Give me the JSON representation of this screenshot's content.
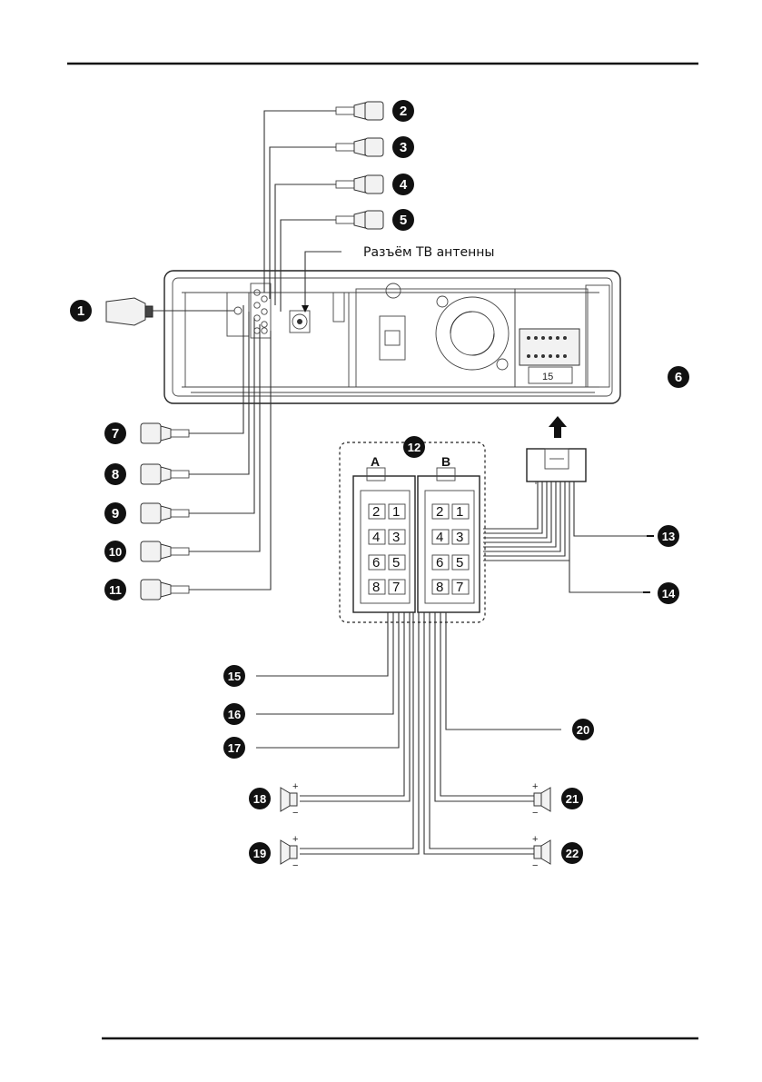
{
  "antenna_label": "Разъём ТВ антенны",
  "module_label": "15",
  "connector_a_label": "A",
  "connector_b_label": "B",
  "connector_a_pins": [
    "2",
    "1",
    "4",
    "3",
    "6",
    "5",
    "8",
    "7"
  ],
  "connector_b_pins": [
    "2",
    "1",
    "4",
    "3",
    "6",
    "5",
    "8",
    "7"
  ],
  "callouts": [
    "1",
    "2",
    "3",
    "4",
    "5",
    "6",
    "7",
    "8",
    "9",
    "10",
    "11",
    "12",
    "13",
    "14",
    "15",
    "16",
    "17",
    "18",
    "19",
    "20",
    "21",
    "22"
  ],
  "speaker_polarity": {
    "plus": "+",
    "minus": "−"
  },
  "colors": {
    "ink": "#111111",
    "line": "#333333",
    "background": "#ffffff"
  }
}
